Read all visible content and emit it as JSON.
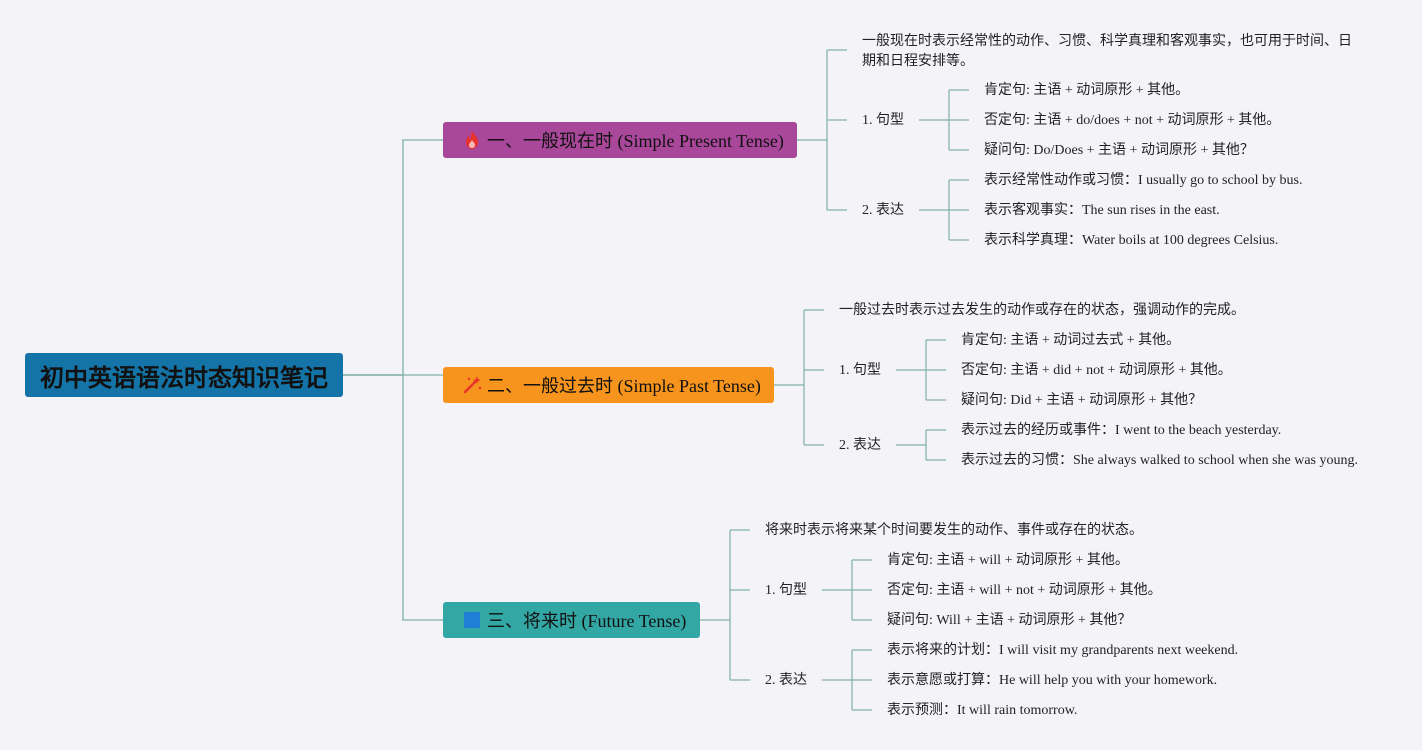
{
  "root": {
    "label": "初中英语语法时态知识笔记"
  },
  "branches": [
    {
      "title": "一、一般现在时 (Simple Present Tense)",
      "icon": "fire-icon",
      "color": "#a9479a",
      "definition": "一般现在时表示经常性的动作、习惯、科学真理和客观事实，也可用于时间、日期和日程安排等。",
      "pattern_label": "1. 句型",
      "patterns": [
        "肯定句: 主语 + 动词原形 + 其他。",
        "否定句: 主语 + do/does + not + 动词原形 + 其他。",
        "疑问句: Do/Does + 主语 + 动词原形 + 其他？"
      ],
      "usage_label": "2. 表达",
      "usages": [
        "表示经常性动作或习惯：I usually go to school by bus.",
        "表示客观事实：The sun rises in the east.",
        "表示科学真理：Water boils at 100 degrees Celsius."
      ]
    },
    {
      "title": "二、一般过去时 (Simple Past Tense)",
      "icon": "magic-wand-icon",
      "color": "#f7941d",
      "definition": "一般过去时表示过去发生的动作或存在的状态，强调动作的完成。",
      "pattern_label": "1. 句型",
      "patterns": [
        "肯定句: 主语 + 动词过去式 + 其他。",
        "否定句: 主语 + did + not + 动词原形 + 其他。",
        "疑问句: Did + 主语 + 动词原形 + 其他？"
      ],
      "usage_label": "2. 表达",
      "usages": [
        "表示过去的经历或事件：I went to the beach yesterday.",
        "表示过去的习惯：She always walked to school when she was young."
      ]
    },
    {
      "title": "三、将来时 (Future Tense)",
      "icon": "blue-square-icon",
      "color": "#33a7a4",
      "definition": "将来时表示将来某个时间要发生的动作、事件或存在的状态。",
      "pattern_label": "1. 句型",
      "patterns": [
        "肯定句: 主语 + will + 动词原形 + 其他。",
        "否定句: 主语 + will + not + 动词原形 + 其他。",
        "疑问句: Will + 主语 + 动词原形 + 其他？"
      ],
      "usage_label": "2. 表达",
      "usages": [
        "表示将来的计划：I will visit my grandparents next weekend.",
        "表示意愿或打算：He will help you with your homework.",
        "表示预测：It will rain tomorrow."
      ]
    }
  ],
  "colors": {
    "link": "#4f8e86",
    "root": "#1574a7"
  }
}
